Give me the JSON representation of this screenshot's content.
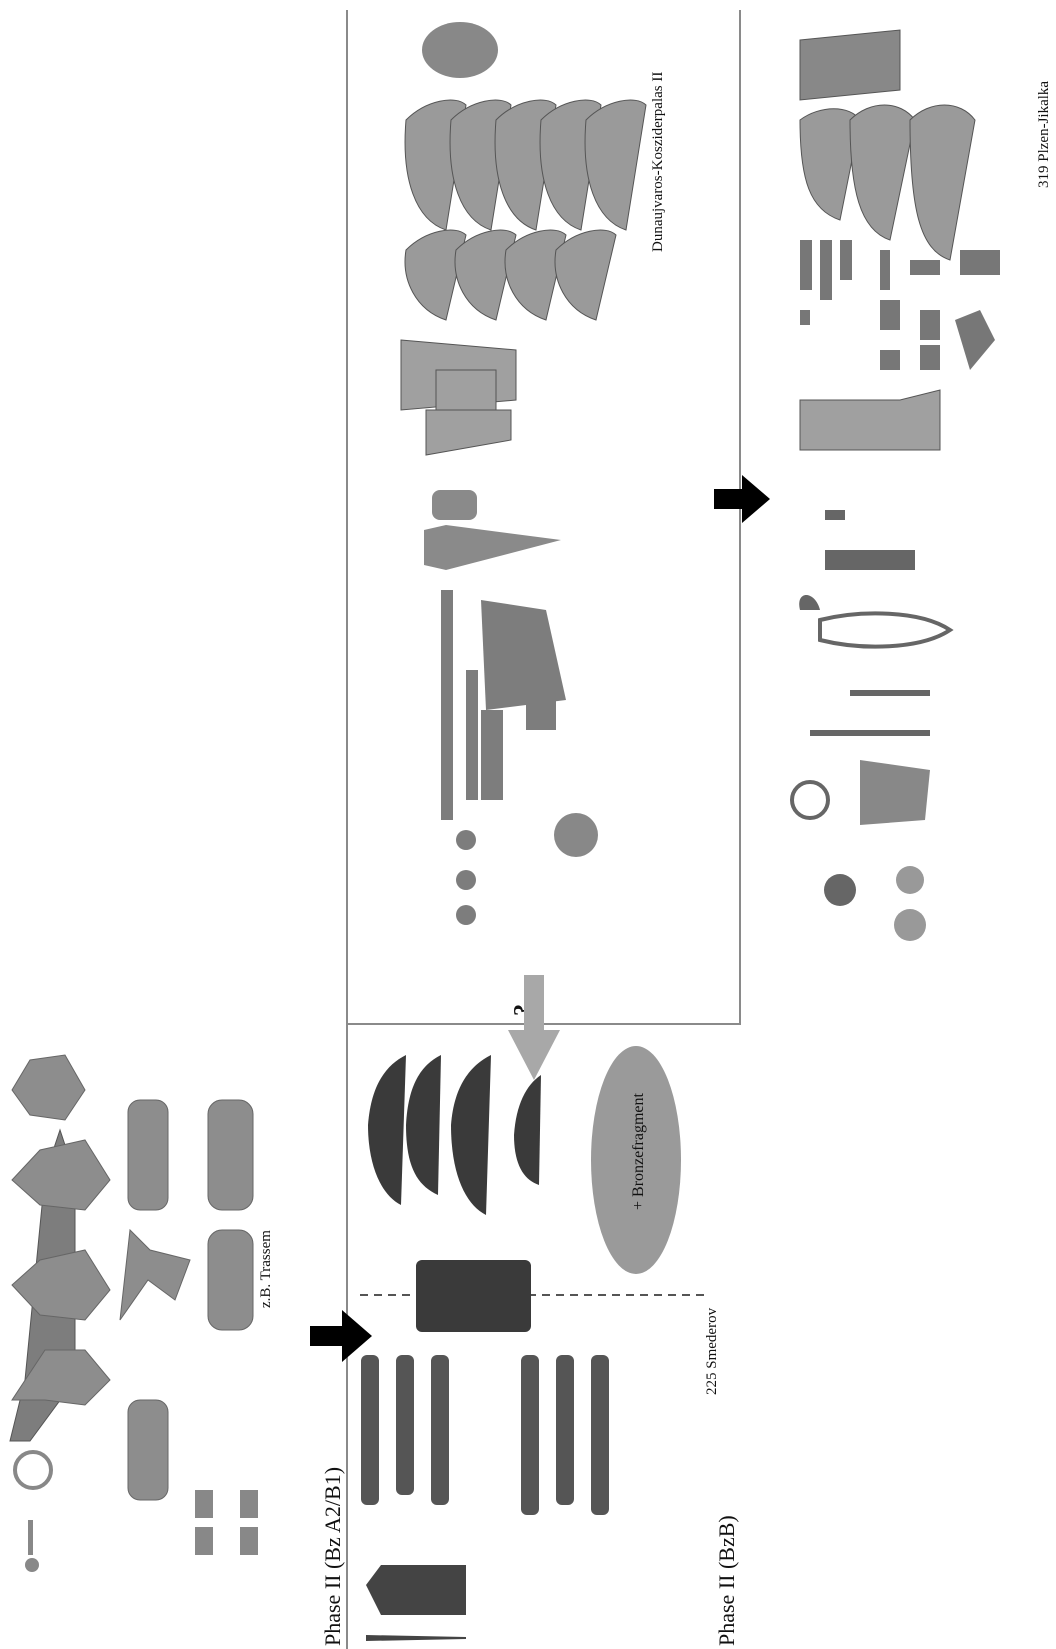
{
  "phases": {
    "phase_a2b1": "Phase II (Bz A2/B1)",
    "phase_bzb": "Phase II (BzB)"
  },
  "sites": {
    "example_label": "z.B. Trassem",
    "smederov_label": "225 Smederov",
    "dunaujvaros_label": "Dunaujvaros-Kosziderpalas II",
    "plzen_label": "319 Plzen-Jikalka"
  },
  "annotations": {
    "question_mark": "?",
    "bronze_fragment_label": "+ Bronzefragment"
  },
  "colors": {
    "divider": "#8a8a8a",
    "arrow_black": "#000000",
    "arrow_grey": "#a8a8a8",
    "oval_fill": "#9a9a9a",
    "artifact_dark": "#3a3a3a",
    "artifact_mid": "#7d7d7d",
    "artifact_light": "#b5b5b5"
  }
}
